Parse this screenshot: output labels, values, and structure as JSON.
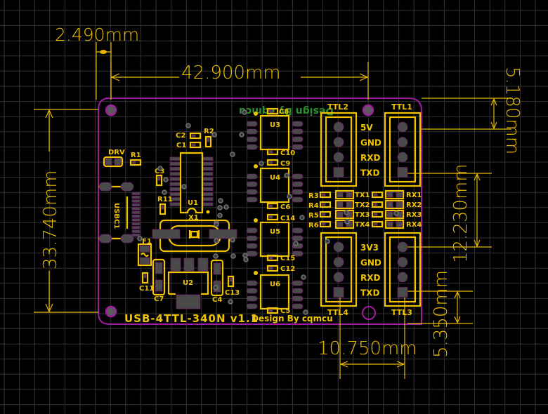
{
  "app": {
    "view": "PCB 2D layout",
    "colors": {
      "background": "#000000",
      "grid": "#3a3a3a",
      "silkscreen": "#f0c400",
      "board_outline": "#a01ca0",
      "pad": "#4a4a4a",
      "bottom_silk": "#2f8f2f"
    }
  },
  "board": {
    "title": "USB-4TTL-340N v1.1",
    "credit": "Design By cqmcu",
    "credit_mirrored": "Design By cqmcu"
  },
  "dimensions": {
    "hole_offset": "2.490mm",
    "width": "42.900mm",
    "height": "33.740mm",
    "top_offset": "5.180mm",
    "header_spacing_v": "12.230mm",
    "bottom_offset": "5.350mm",
    "header_spacing_h": "10.750mm"
  },
  "components": {
    "ics": [
      "U1",
      "U2",
      "U3",
      "U4",
      "U5",
      "U6"
    ],
    "crystal": "X1",
    "fuse": "F1",
    "usb": "USBC1",
    "led": "DRV",
    "resistors": [
      "R1",
      "R2",
      "R3",
      "R4",
      "R5",
      "R6",
      "R11"
    ],
    "capacitors": [
      "C1",
      "C2",
      "C3",
      "C4",
      "C5",
      "C6",
      "C7",
      "C8",
      "C9",
      "C10",
      "C11",
      "C12",
      "C13",
      "C14",
      "C15"
    ],
    "tx_leds": [
      "TX1",
      "TX2",
      "TX3",
      "TX4"
    ],
    "rx_leds": [
      "RX1",
      "RX2",
      "RX3",
      "RX4"
    ]
  },
  "headers": [
    {
      "name": "TTL1",
      "pins": []
    },
    {
      "name": "TTL2",
      "pins": [
        "5V",
        "GND",
        "RXD",
        "TXD"
      ]
    },
    {
      "name": "TTL3",
      "pins": []
    },
    {
      "name": "TTL4",
      "pins": [
        "3V3",
        "GND",
        "RXD",
        "TXD"
      ]
    }
  ]
}
